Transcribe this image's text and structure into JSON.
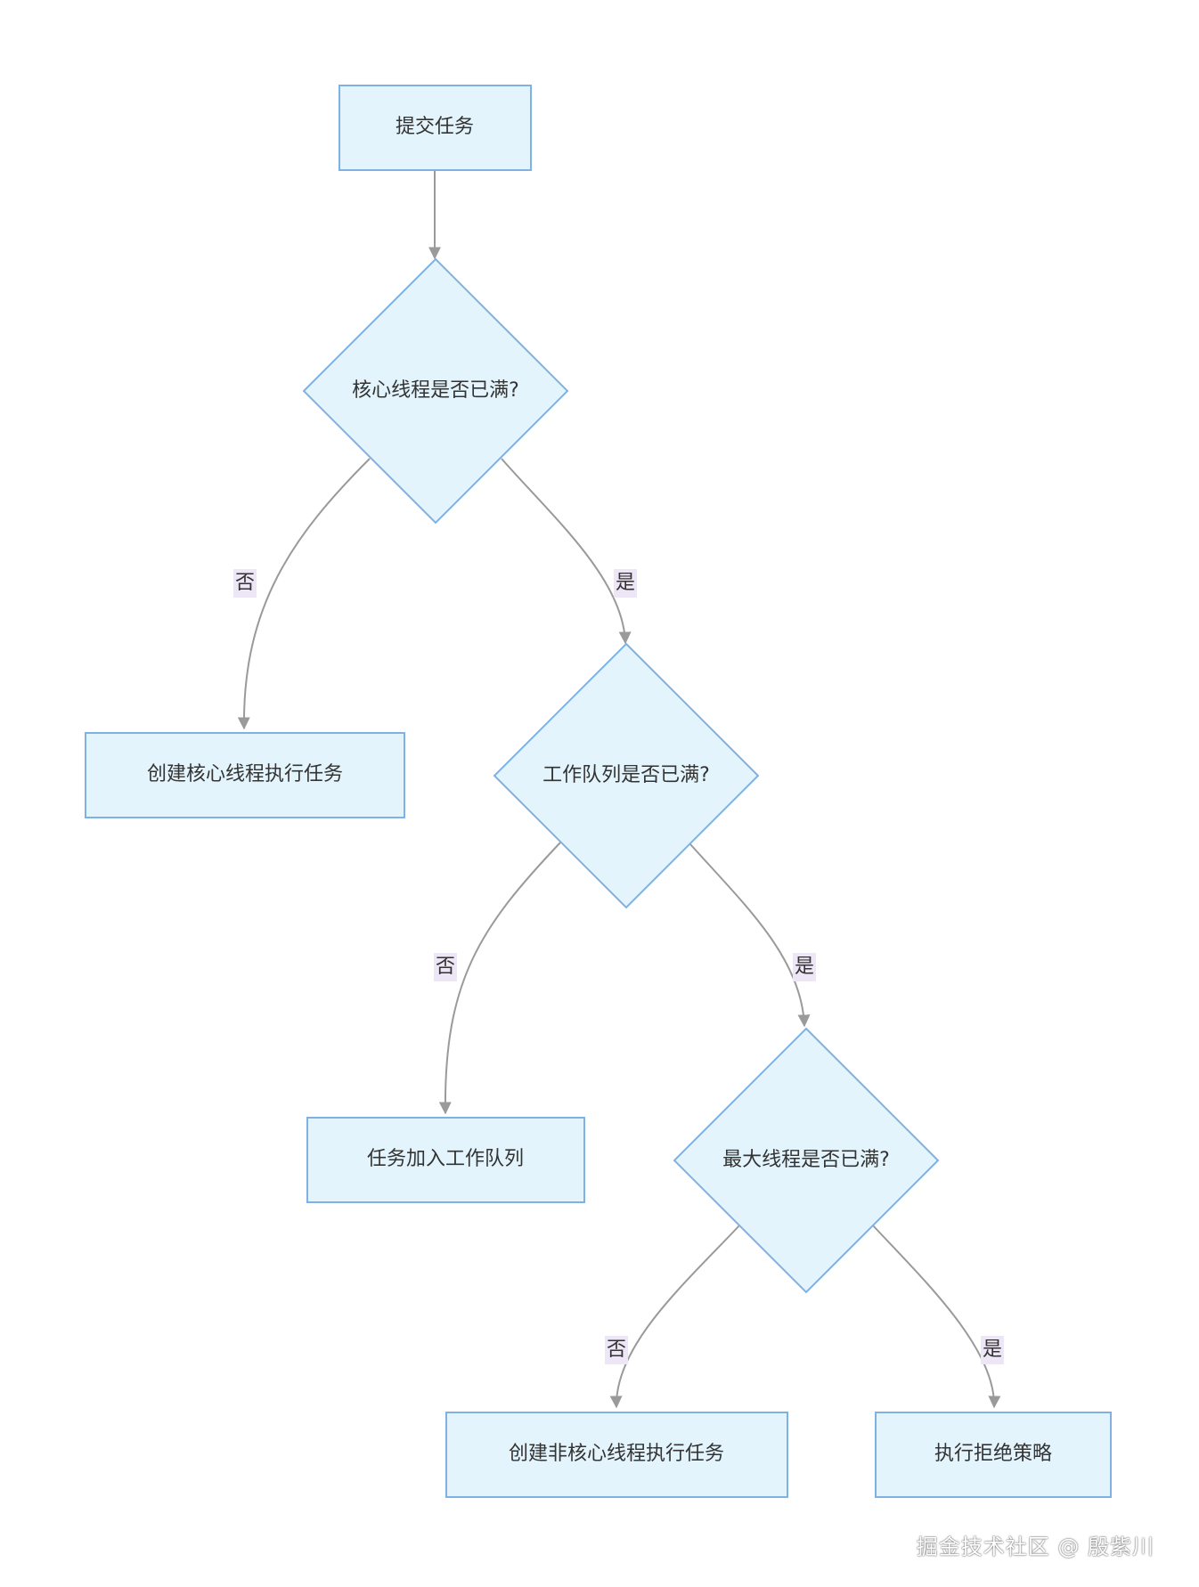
{
  "colors": {
    "node_fill": "#e3f4fc",
    "node_stroke": "#7fb1e3",
    "edge": "#9a9a9a",
    "label_bg": "#ece6f6"
  },
  "nodes": {
    "submit": "提交任务",
    "core_full": "核心线程是否已满?",
    "create_core": "创建核心线程执行任务",
    "queue_full": "工作队列是否已满?",
    "add_queue": "任务加入工作队列",
    "max_full": "最大线程是否已满?",
    "create_noncore": "创建非核心线程执行任务",
    "reject": "执行拒绝策略"
  },
  "edge_labels": {
    "core_no": "否",
    "core_yes": "是",
    "queue_no": "否",
    "queue_yes": "是",
    "max_no": "否",
    "max_yes": "是"
  },
  "watermark": "掘金技术社区 @ 殷紫川"
}
